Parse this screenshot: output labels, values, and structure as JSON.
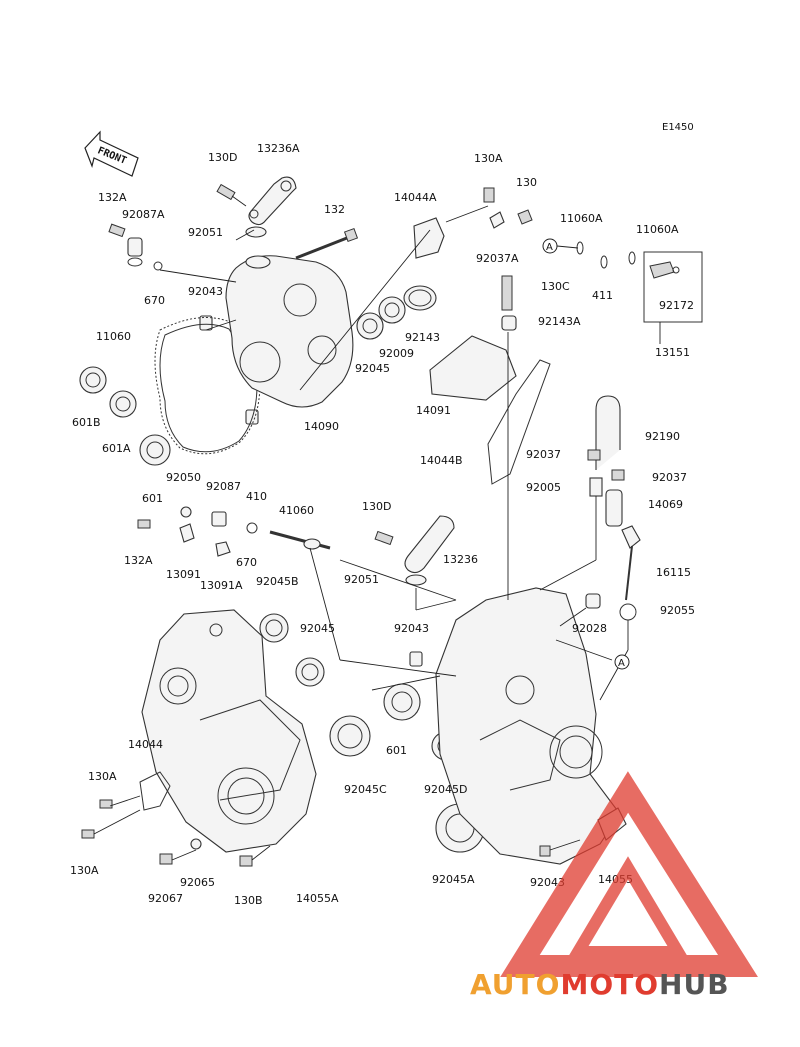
{
  "diagram": {
    "code": "E1450",
    "front_label": "FRONT",
    "ref_marker": "A",
    "labels": [
      "130D",
      "13236A",
      "132A",
      "92087A",
      "92051",
      "132",
      "670",
      "92043",
      "14044A",
      "130A",
      "130",
      "92037A",
      "11060A",
      "11060A",
      "411",
      "92172",
      "13151",
      "11060",
      "601B",
      "601A",
      "601",
      "14090",
      "92045",
      "92009",
      "92143",
      "130C",
      "92143A",
      "14091",
      "14044B",
      "92190",
      "92037",
      "92037",
      "92005",
      "14069",
      "92050",
      "92087",
      "410",
      "41060",
      "670",
      "132A",
      "13091",
      "13091A",
      "130D",
      "13236",
      "92051",
      "92045B",
      "92045",
      "92043",
      "92028",
      "92055",
      "16115",
      "14044",
      "130A",
      "130A",
      "601",
      "92045C",
      "92045D",
      "92045A",
      "92065",
      "92067",
      "130B",
      "14055A",
      "92043",
      "14055"
    ]
  },
  "watermark": {
    "brand_a": "AUTO",
    "brand_b": "MOTO",
    "brand_c": "HUB",
    "color_main": "#e03c2f",
    "color_accent": "#f0a030",
    "color_dark": "#555555"
  }
}
